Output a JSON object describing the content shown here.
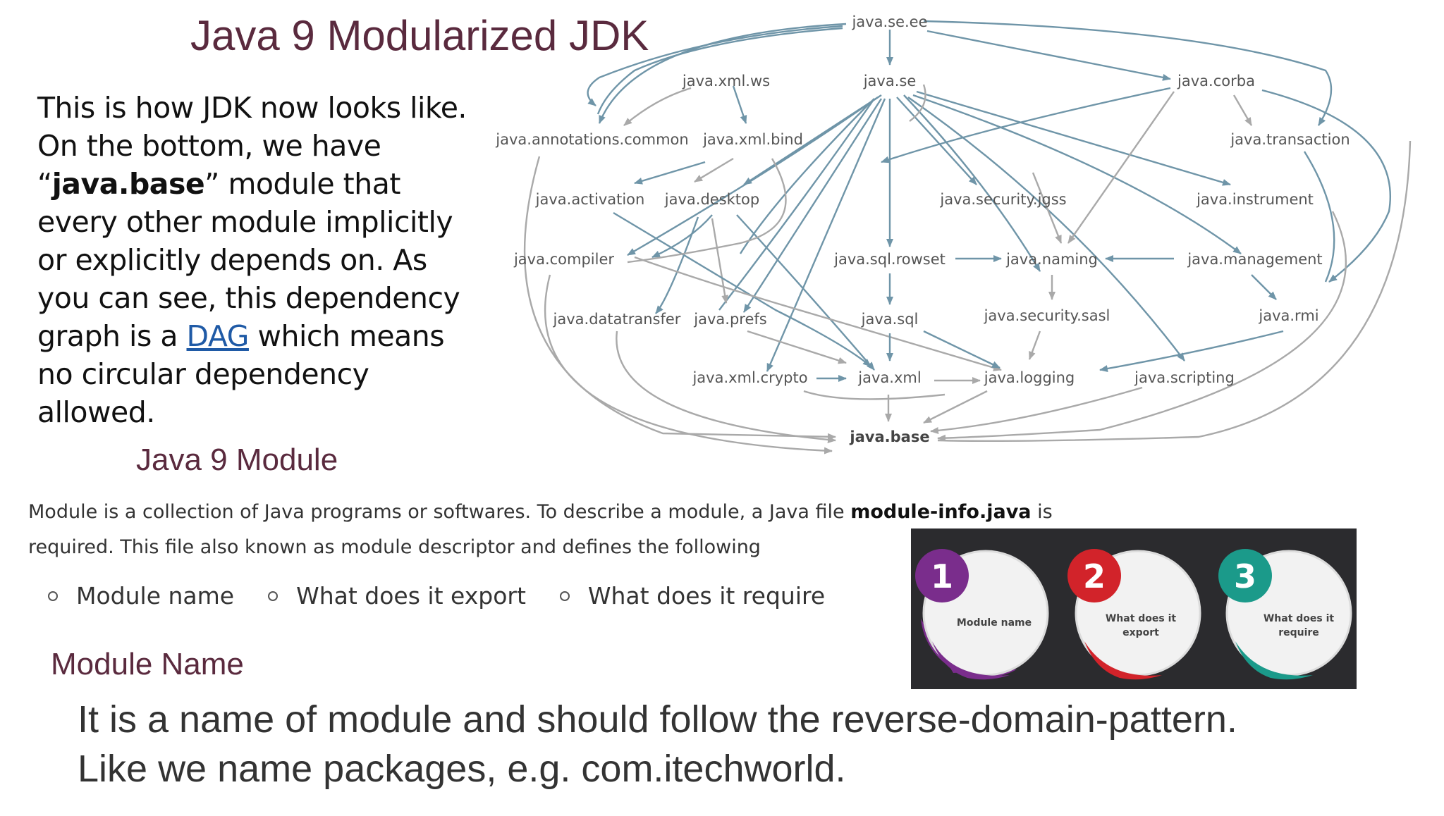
{
  "slide": {
    "title": "Java 9 Modularized JDK",
    "intro": {
      "part1": "This is how JDK now looks like. On the bottom, we have “",
      "bold": "java.base",
      "part2": "” module that every other module implicitly or explicitly depends on. As you can see, this dependency graph is a ",
      "link": "DAG",
      "part3": " which means no circular dependency allowed."
    },
    "module_section": {
      "title": "Java 9 Module",
      "desc_part1": "Module is a collection of Java programs or softwares. To describe a module, a Java file ",
      "desc_bold": "module-info.java",
      "desc_part2": " is",
      "desc_line2": "required. This file also known as module descriptor and defines the following",
      "bullets": [
        "Module name",
        "What does it export",
        "What does it require"
      ]
    },
    "name_section": {
      "title": "Module Name",
      "line1": "It is a name of module and should follow the reverse-domain-pattern.",
      "line2": "Like we name packages, e.g. com.itechworld."
    },
    "badges": [
      {
        "number": "1",
        "label1": "Module name",
        "label2": "",
        "color": "#7a2d8c"
      },
      {
        "number": "2",
        "label1": "What does it",
        "label2": "export",
        "color": "#d2232a"
      },
      {
        "number": "3",
        "label1": "What does it",
        "label2": "require",
        "color": "#1b9a8a"
      }
    ]
  },
  "graph": {
    "nodes": {
      "ee": "java.se.ee",
      "ws": "java.xml.ws",
      "se": "java.se",
      "corba": "java.corba",
      "annot": "java.annotations.common",
      "bind": "java.xml.bind",
      "trans": "java.transaction",
      "activ": "java.activation",
      "desktop": "java.desktop",
      "jgss": "java.security.jgss",
      "instr": "java.instrument",
      "compiler": "java.compiler",
      "rowset": "java.sql.rowset",
      "naming": "java.naming",
      "mgmt": "java.management",
      "dtrans": "java.datatransfer",
      "prefs": "java.prefs",
      "sql": "java.sql",
      "sasl": "java.security.sasl",
      "rmi": "java.rmi",
      "crypto": "java.xml.crypto",
      "xml": "java.xml",
      "logging": "java.logging",
      "script": "java.scripting",
      "base": "java.base"
    }
  }
}
